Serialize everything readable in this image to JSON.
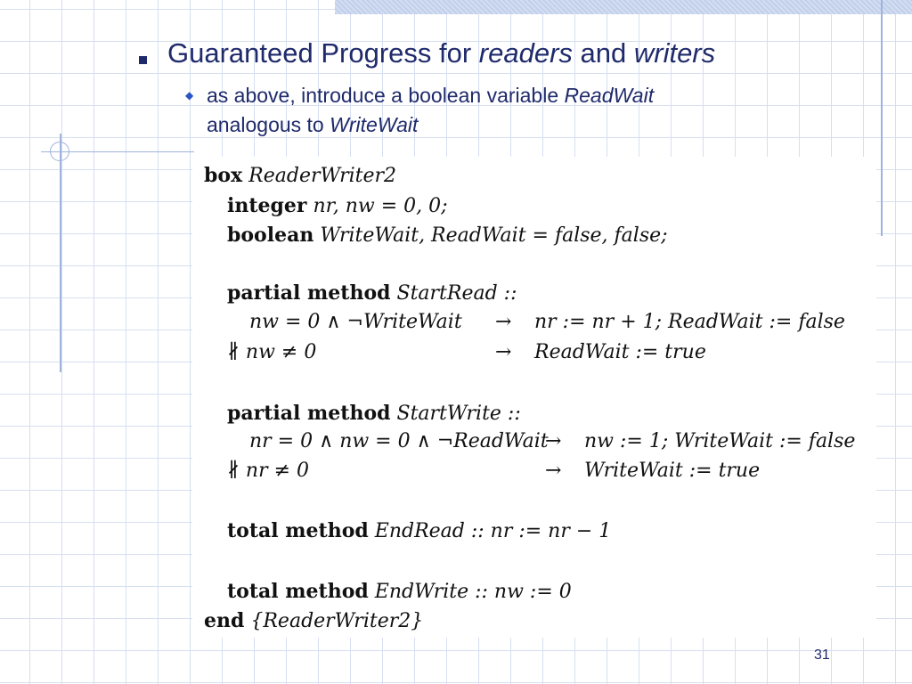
{
  "slide": {
    "title_pre": "Guaranteed Progress for ",
    "title_em1": "readers",
    "title_mid": " and ",
    "title_em2": "writers",
    "bullet_text": "as above, introduce a boolean variable ",
    "bullet_em1": "ReadWait",
    "bullet_text2": "analogous to ",
    "bullet_em2": "WriteWait",
    "page_number": "31"
  },
  "code": {
    "l1_kw": "box",
    "l1_it": " ReaderWriter2",
    "l2_kw": "integer",
    "l2_it": " nr, nw = 0, 0;",
    "l3_kw": "boolean",
    "l3_it": " WriteWait, ReadWait = false, false;",
    "l4_kw": "partial method",
    "l4_it": " StartRead ::",
    "l5_guard": "nw = 0 ∧ ¬WriteWait",
    "l5_arrow": "→",
    "l5_body": "nr := nr + 1;  ReadWait := false",
    "l6_guard": "∦ nw ≠ 0",
    "l6_arrow": "→",
    "l6_body": "ReadWait := true",
    "l7_kw": "partial method",
    "l7_it": " StartWrite ::",
    "l8_guard": "nr = 0 ∧ nw = 0 ∧ ¬ReadWait",
    "l8_arrow": "→",
    "l8_body": "nw := 1;  WriteWait := false",
    "l9_guard": "∦ nr ≠ 0",
    "l9_arrow": "→",
    "l9_body": "WriteWait := true",
    "l10_kw": "total method",
    "l10_it": " EndRead :: nr := nr − 1",
    "l11_kw": "total method",
    "l11_it": " EndWrite :: nw := 0",
    "l12_kw": "end",
    "l12_it": " {ReaderWriter2}"
  }
}
